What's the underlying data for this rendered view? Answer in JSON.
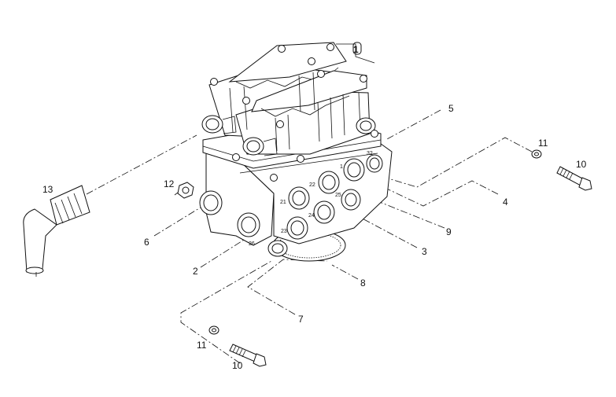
{
  "diagram": {
    "callouts": [
      "1",
      "2",
      "3",
      "4",
      "5",
      "6",
      "7",
      "8",
      "9",
      "10",
      "10",
      "11",
      "11",
      "12",
      "13"
    ],
    "port_labels": [
      "32",
      "22",
      "21",
      "25",
      "24",
      "23",
      "26",
      "1"
    ]
  }
}
